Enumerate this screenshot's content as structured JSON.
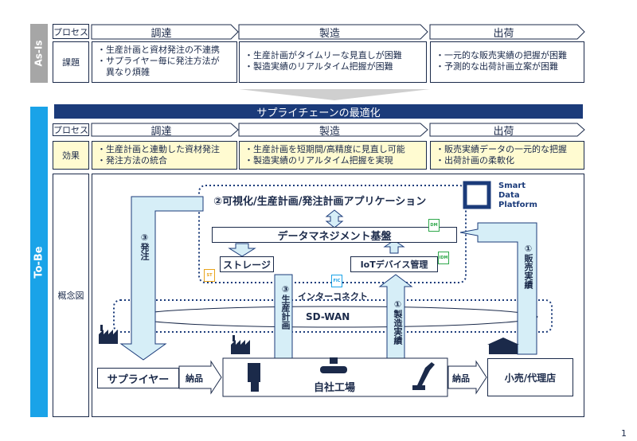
{
  "as_is": {
    "side_label": "As-Is",
    "process_label": "プロセス",
    "issue_label": "課題",
    "stages": [
      "調達",
      "製造",
      "出荷"
    ],
    "issues": [
      [
        "・生産計画と資材発注の不連携",
        "・サプライヤー毎に発注方法が",
        "　異なり煩雑"
      ],
      [
        "・生産計画がタイムリーな見直しが困難",
        "・製造実績のリアルタイム把握が困難"
      ],
      [
        "・一元的な販売実績の把握が困難",
        "・予測的な出荷計画立案が困難"
      ]
    ]
  },
  "to_be": {
    "side_label": "To-Be",
    "banner": "サプライチェーンの最適化",
    "process_label": "プロセス",
    "effect_label": "効果",
    "concept_label": "概念図",
    "stages": [
      "調達",
      "製造",
      "出荷"
    ],
    "effects": [
      [
        "・生産計画と連動した資材発注",
        "・発注方法の統合"
      ],
      [
        "・生産計画を短期間/高精度に見直し可能",
        "・製造実績のリアルタイム把握を実現"
      ],
      [
        "・販売実績データの一元的な把握",
        "・出荷計画の柔軟化"
      ]
    ]
  },
  "diagram": {
    "app_label": "②可視化/生産計画/発注計画アプリケーション",
    "dm_label": "データマネジメント基盤",
    "storage_label": "ストレージ",
    "iot_label": "IoTデバイス管理",
    "interconnect_label": "インターコネクト",
    "sdwan_label": "SD-WAN",
    "supplier_label": "サプライヤー",
    "factory_label": "自社工場",
    "retail_label": "小売/代理店",
    "delivery1": "納品",
    "delivery2": "納品",
    "arrow_order": "③発注",
    "arrow_plan": "③生産計画",
    "arrow_mfg": "①製造実績",
    "arrow_sales": "①販売実績",
    "badge_dm": "DM",
    "badge_st": "ST",
    "badge_fic": "FIC",
    "badge_idm": "IDM",
    "sdp_lines": [
      "Smart",
      "Data",
      "Platform"
    ]
  },
  "page_number": "1",
  "colors": {
    "navy": "#1b3b7a",
    "cyan": "#1aa3e8",
    "gray": "#a6a6a6",
    "yellow": "#fffbd1",
    "arrow_fill": "#d6eef7"
  }
}
